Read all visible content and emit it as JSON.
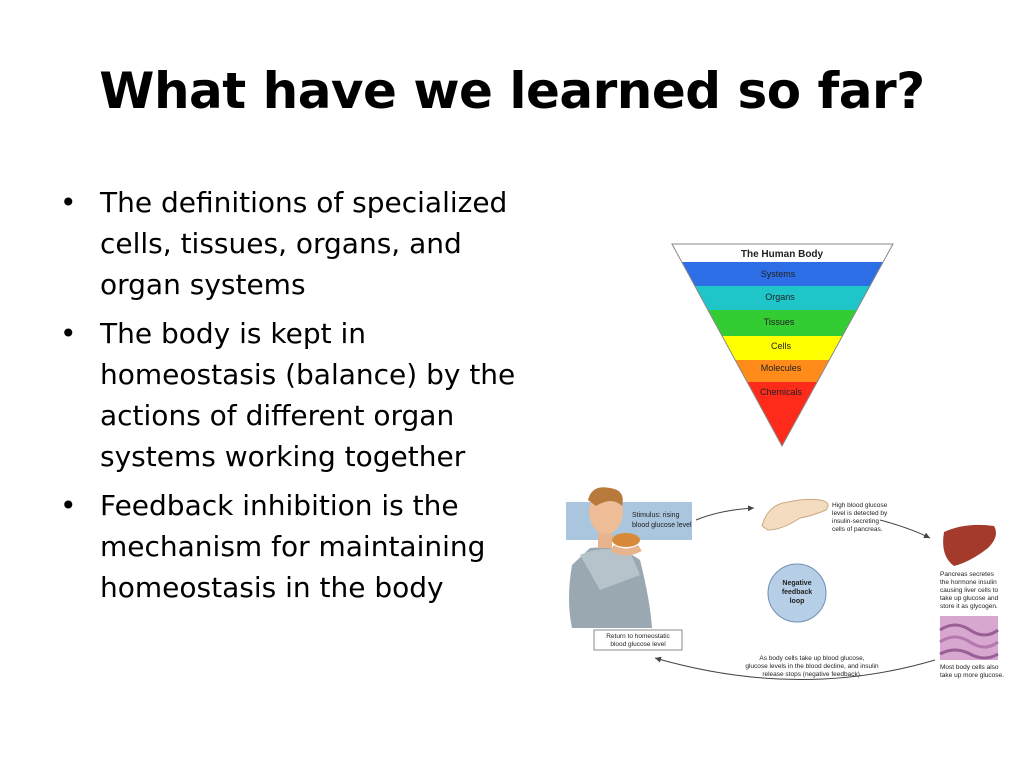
{
  "slide": {
    "title": "What have we learned so far?",
    "bullets": [
      {
        "line1": "The definitions of specialized",
        "line2": "cells, tissues, organs, and",
        "line3": "organ systems"
      },
      {
        "line1": "The body is kept in",
        "line2": "homeostasis (balance) by the",
        "line3": "actions of different organ",
        "line4": "systems working together"
      },
      {
        "line1": "Feedback inhibition is the",
        "line2": "mechanism for maintaining",
        "line3": "homeostasis in the body"
      }
    ],
    "bullet_glyph": "•"
  },
  "pyramid": {
    "levels": [
      "The Human Body",
      "Systems",
      "Organs",
      "Tissues",
      "Cells",
      "Molecules",
      "Chemicals"
    ],
    "colors": [
      "#ffffff",
      "#2d6ee6",
      "#1fc6c9",
      "#33cc33",
      "#ffff00",
      "#ff8c1a",
      "#ff2b1a"
    ]
  },
  "feedback": {
    "stimulus": [
      "Stimulus: rising",
      "blood glucose level"
    ],
    "high_glucose": [
      "High blood glucose",
      "level is detected by",
      "insulin-secreting",
      "cells of pancreas."
    ],
    "pancreas": [
      "Pancreas secretes",
      "the hormone insulin",
      "causing liver cells to",
      "take up glucose and",
      "store it as glycogen."
    ],
    "center": [
      "Negative",
      "feedback",
      "loop"
    ],
    "body_cells": [
      "As body cells take up blood glucose,",
      "glucose levels in the blood decline, and insulin",
      "release stops (negative feedback)."
    ],
    "most_cells": [
      "Most body cells also",
      "take up more glucose."
    ],
    "return": [
      "Return to homeostatic",
      "blood glucose level"
    ]
  }
}
